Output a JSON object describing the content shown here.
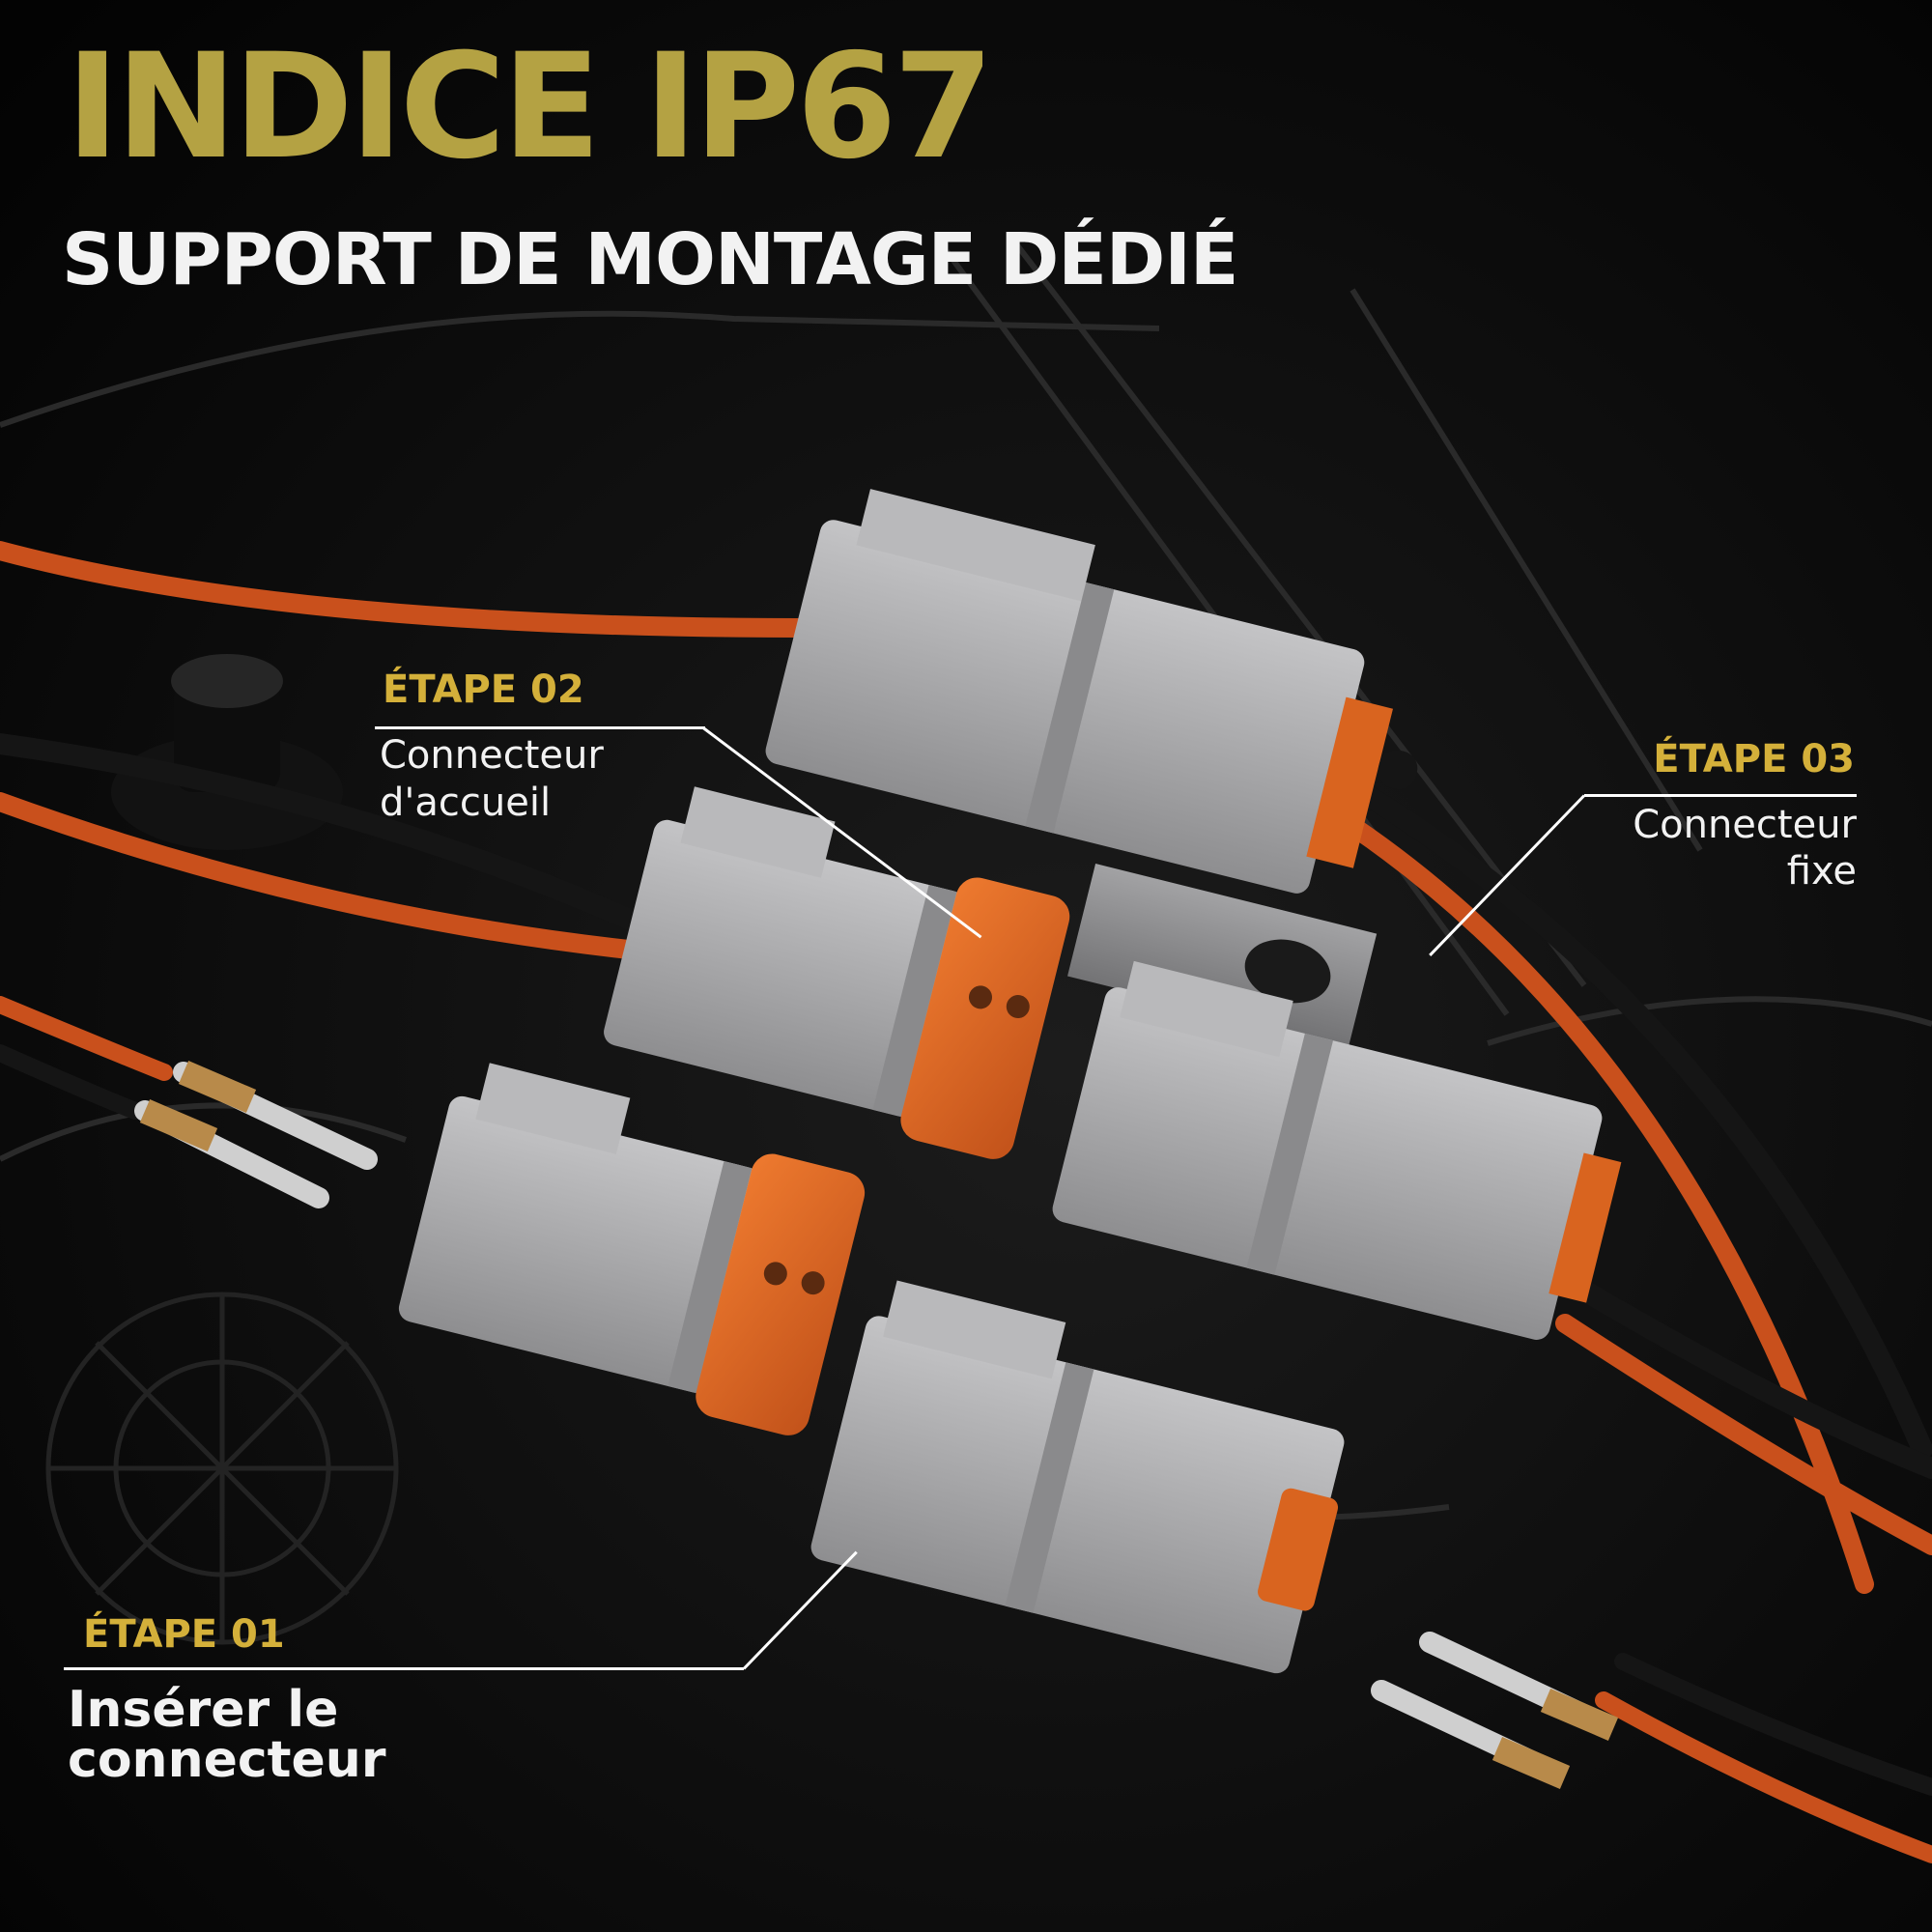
{
  "header": {
    "title": "INDICE IP67",
    "subtitle": "SUPPORT DE MONTAGE DÉDIÉ"
  },
  "steps": [
    {
      "label": "ÉTAPE 02",
      "line1": "Connecteur",
      "line2": "d'accueil"
    },
    {
      "label": "ÉTAPE 03",
      "line1": "Connecteur",
      "line2": "fixe"
    },
    {
      "label": "ÉTAPE 01",
      "line1": "Insérer le",
      "line2": "connecteur"
    }
  ],
  "colors": {
    "title_gold": "#b4a243",
    "step_gold": "#d4b03a",
    "housing_gray": "#a9a9ab",
    "seal_orange": "#d9641f",
    "wire_orange": "#c9501c",
    "wire_black": "#151515"
  }
}
